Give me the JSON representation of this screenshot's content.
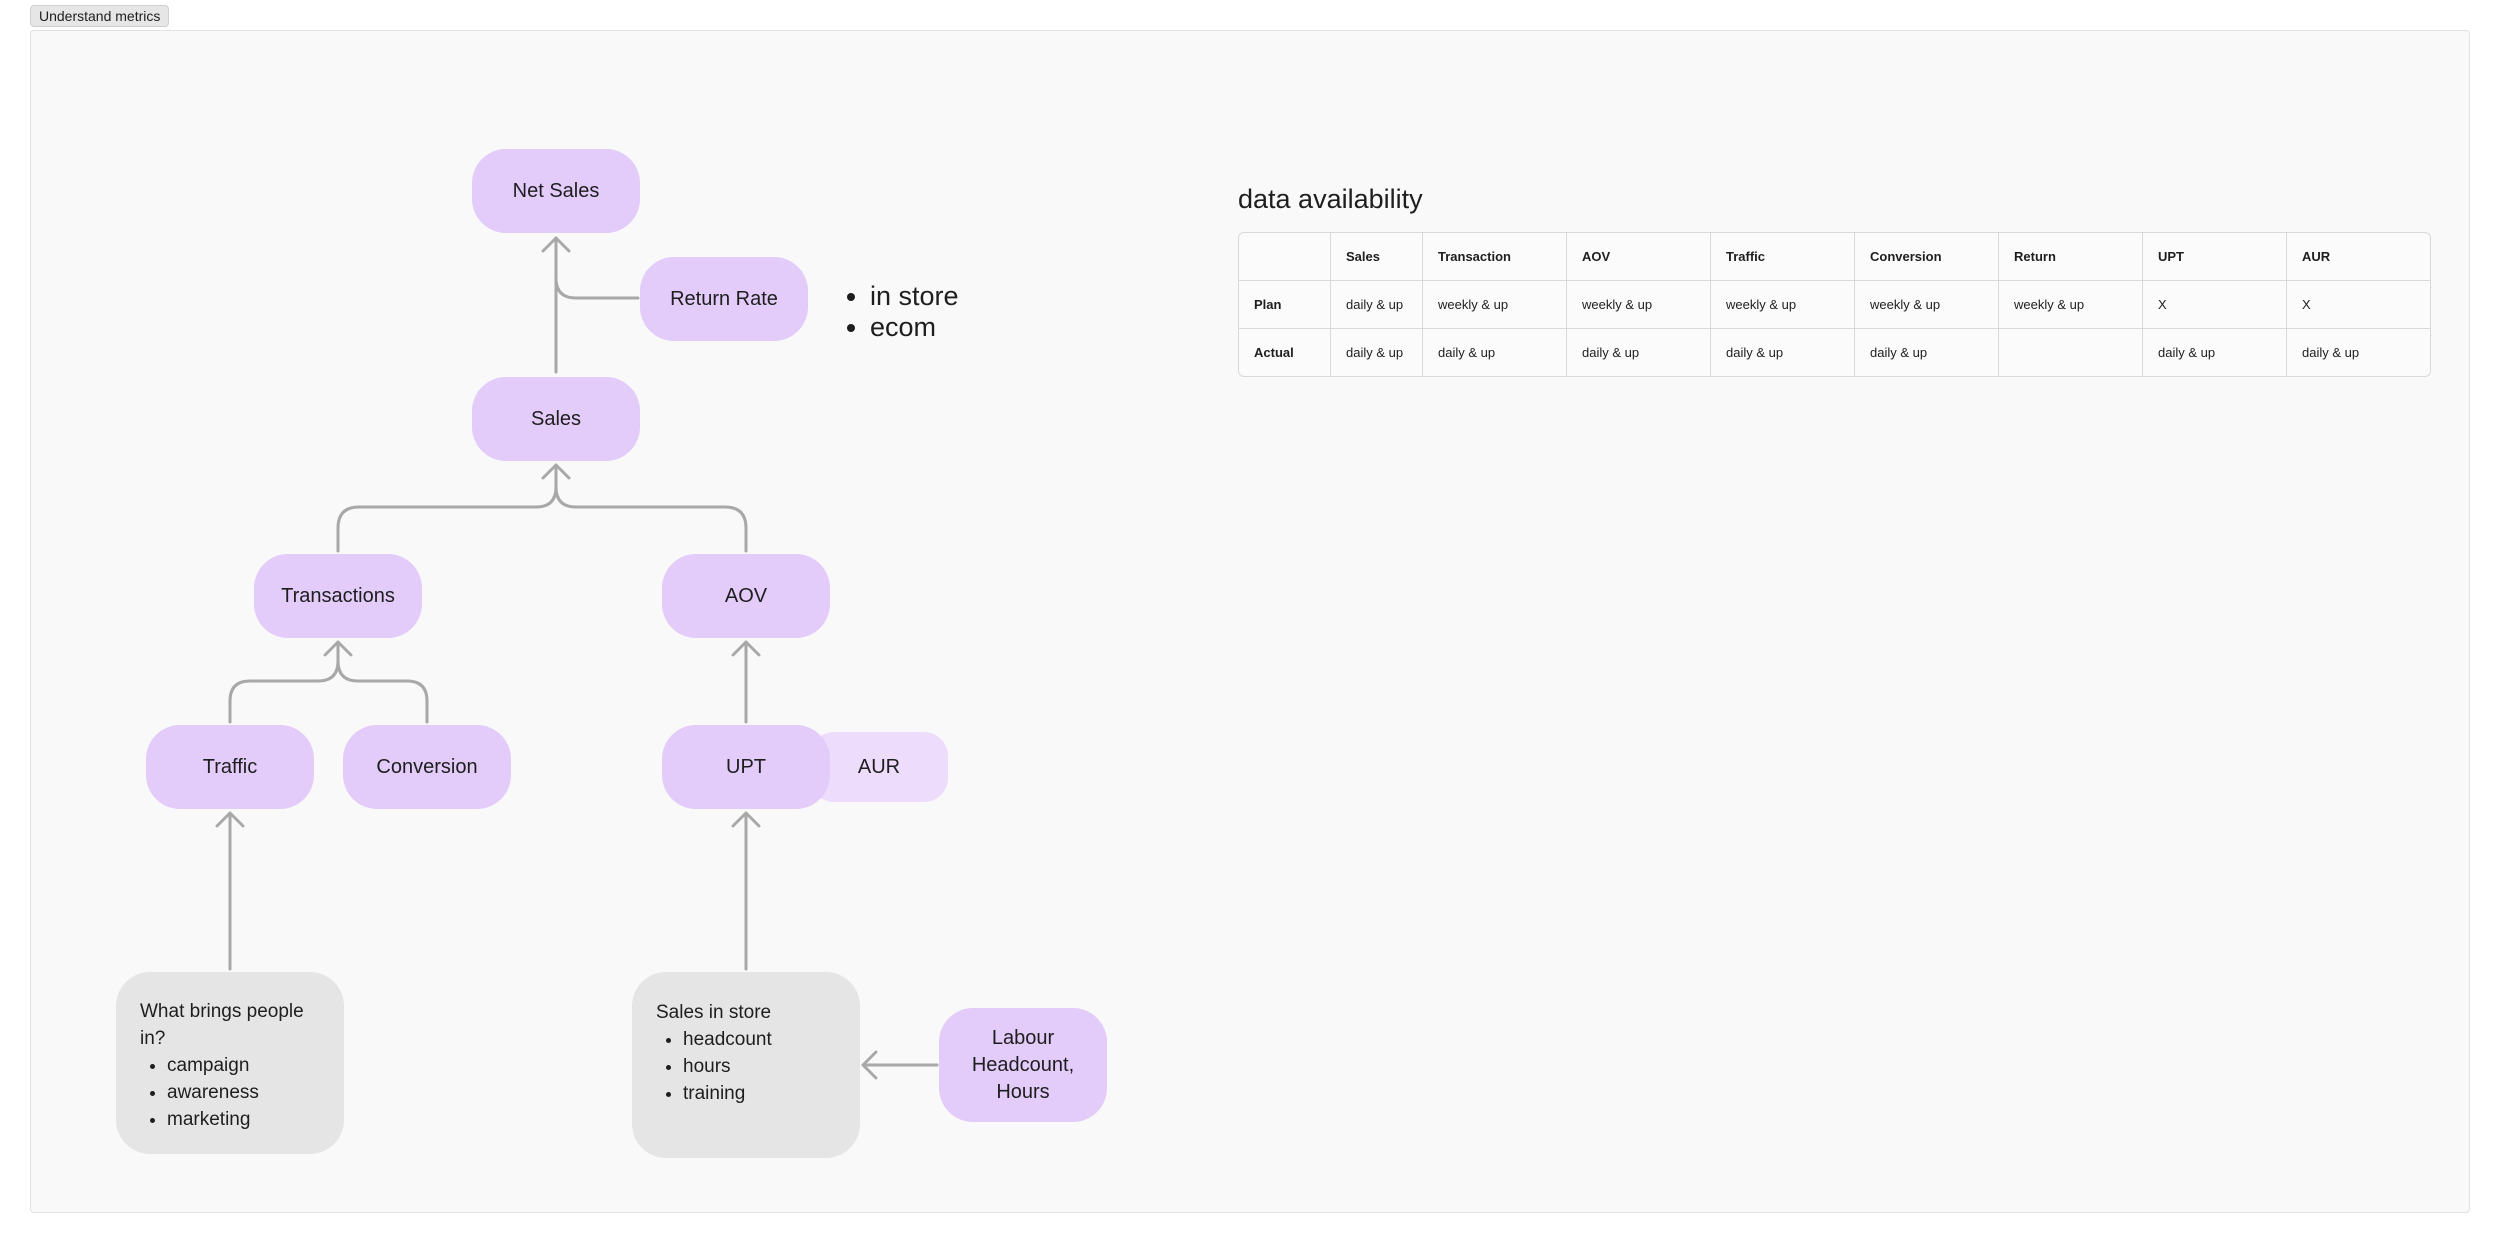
{
  "frame": {
    "label": "Understand metrics"
  },
  "diagram": {
    "nodes": {
      "net_sales": "Net Sales",
      "return_rate": "Return Rate",
      "sales": "Sales",
      "transactions": "Transactions",
      "aov": "AOV",
      "traffic": "Traffic",
      "conversion": "Conversion",
      "upt": "UPT",
      "aur": "AUR",
      "labour": "Labour Headcount, Hours"
    },
    "return_rate_channels": [
      "in store",
      "ecom"
    ],
    "traffic_note": {
      "heading": "What brings people in?",
      "items": [
        "campaign",
        "awareness",
        "marketing"
      ]
    },
    "sales_note": {
      "heading": "Sales in store",
      "items": [
        "headcount",
        "hours",
        "training"
      ]
    }
  },
  "data_availability": {
    "title": "data availability",
    "columns": [
      "",
      "Sales",
      "Transaction",
      "AOV",
      "Traffic",
      "Conversion",
      "Return",
      "UPT",
      "AUR"
    ],
    "rows": [
      {
        "label": "Plan",
        "cells": [
          "daily & up",
          "weekly & up",
          "weekly & up",
          "weekly & up",
          "weekly & up",
          "weekly & up",
          "X",
          "X"
        ]
      },
      {
        "label": "Actual",
        "cells": [
          "daily & up",
          "daily & up",
          "daily & up",
          "daily & up",
          "daily & up",
          "",
          "daily & up",
          "daily & up"
        ]
      }
    ]
  },
  "colors": {
    "node_fill": "#e3cbfa",
    "aur_fill": "#eedcfc",
    "note_fill": "#e5e5e5",
    "connector": "#a8a8a8",
    "canvas": "#f9f9f9"
  }
}
